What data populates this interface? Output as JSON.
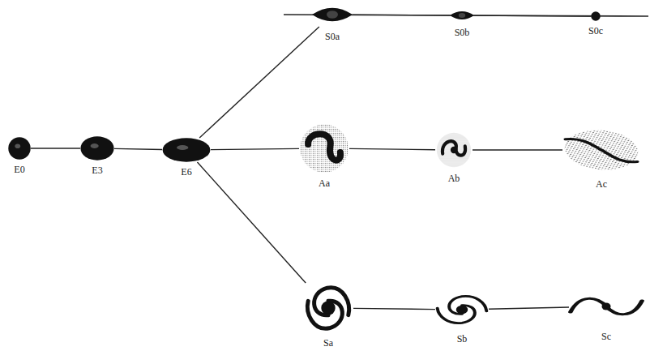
{
  "diagram": {
    "nodes": [
      {
        "text": [
          "E0"
        ]
      },
      {
        "text": [
          "E3"
        ]
      },
      {
        "text": [
          "E6"
        ]
      },
      {
        "text": [
          "S0a"
        ]
      },
      {
        "text": [
          "S0b"
        ]
      },
      {
        "text": [
          "S0c"
        ]
      },
      {
        "text": [
          "Aa"
        ]
      },
      {
        "text": [
          "Ab"
        ]
      },
      {
        "text": [
          "Ac"
        ]
      },
      {
        "text": [
          "Sa"
        ]
      },
      {
        "text": [
          "Sb"
        ]
      },
      {
        "text": [
          "Sc"
        ]
      }
    ],
    "edges": [
      {
        "from": 0,
        "to": 1,
        "arrow": "none"
      },
      {
        "from": 1,
        "to": 2,
        "arrow": "none"
      },
      {
        "from": 2,
        "to": 3,
        "arrow": "none"
      },
      {
        "from": 2,
        "to": 6,
        "arrow": "none"
      },
      {
        "from": 2,
        "to": 9,
        "arrow": "none"
      },
      {
        "from": 3,
        "to": 4,
        "arrow": "none"
      },
      {
        "from": 4,
        "to": 5,
        "arrow": "none"
      },
      {
        "from": 6,
        "to": 7,
        "arrow": "none"
      },
      {
        "from": 7,
        "to": 8,
        "arrow": "none"
      },
      {
        "from": 9,
        "to": 10,
        "arrow": "none"
      },
      {
        "from": 10,
        "to": 11,
        "arrow": "none"
      }
    ]
  }
}
